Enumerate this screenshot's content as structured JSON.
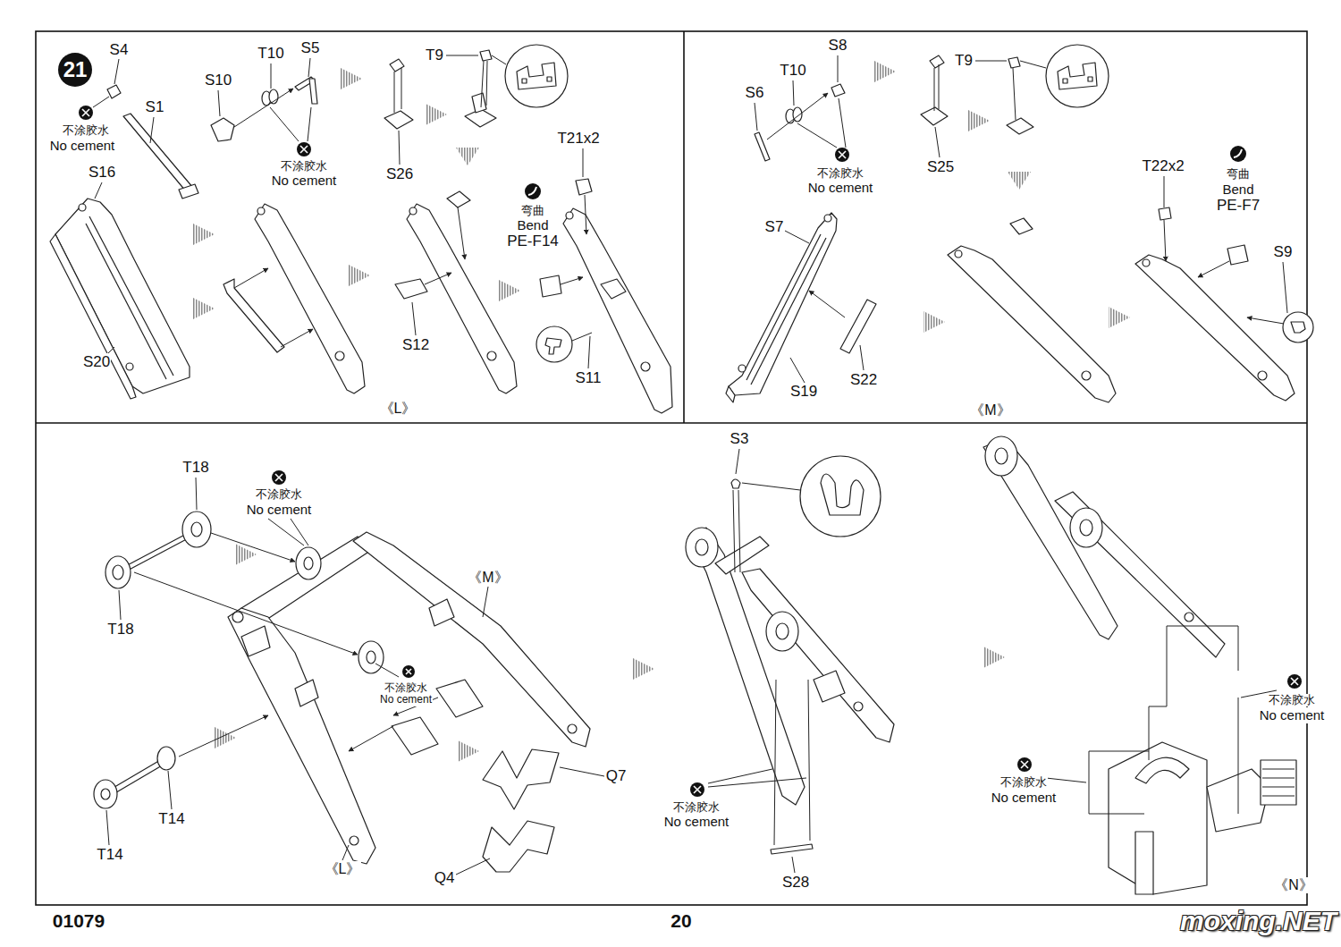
{
  "diagram": {
    "nodes": [
      {
        "text": [
          "21"
        ]
      }
    ],
    "labels": [
      "S4",
      "T10",
      "S5",
      "S10",
      "S1",
      "不涂胶水",
      "No cement",
      "T9",
      "S16",
      "不涂胶水",
      "No cement",
      "S26",
      "T21x2",
      "弯曲",
      "Bend",
      "PE-F14",
      "S20",
      "S12",
      "S11",
      "《L》",
      "S8",
      "T10",
      "T9",
      "S6",
      "不涂胶水",
      "No cement",
      "S25",
      "T22x2",
      "弯曲",
      "Bend",
      "PE-F7",
      "S7",
      "S9",
      "S19",
      "S22",
      "《M》",
      "T18",
      "不涂胶水",
      "No cement",
      "《M》",
      "T18",
      "不涂胶水",
      "No cement",
      "Q7",
      "T14",
      "T14",
      "《L》",
      "Q4",
      "S3",
      "不涂胶水",
      "No cement",
      "S28",
      "不涂胶水",
      "No cement",
      "不涂胶水",
      "No cement",
      "《N》",
      "01079",
      "20",
      "moxing.NET"
    ]
  }
}
